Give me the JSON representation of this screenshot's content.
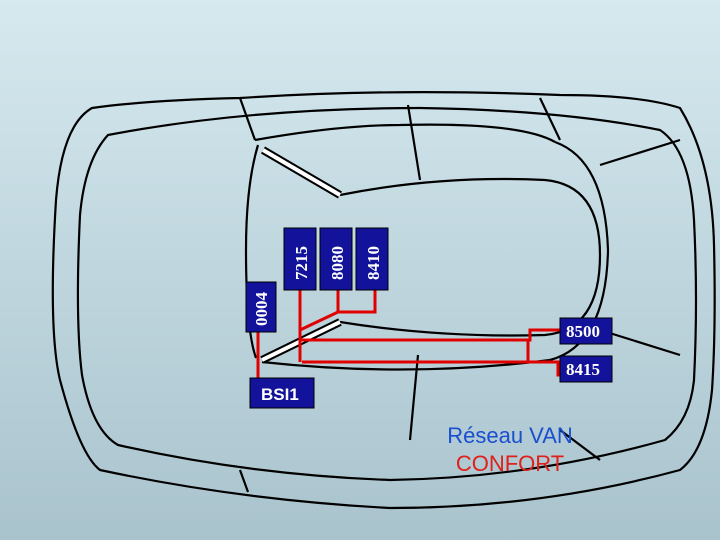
{
  "colors": {
    "background_top": "#d6e9ef",
    "background_bottom": "#a9c3cd",
    "car_outline": "#000000",
    "windows": "#ffffff",
    "network": "#e00000",
    "module_fill": "#12129a",
    "title_line1": "#1a4fd0",
    "title_line2": "#e0201a"
  },
  "modules": {
    "m0004": "0004",
    "m7215": "7215",
    "m8080": "8080",
    "m8410": "8410",
    "m8500": "8500",
    "m8415": "8415",
    "bsi": "BSI1"
  },
  "caption": {
    "line1": "Réseau VAN",
    "line2": "CONFORT"
  }
}
